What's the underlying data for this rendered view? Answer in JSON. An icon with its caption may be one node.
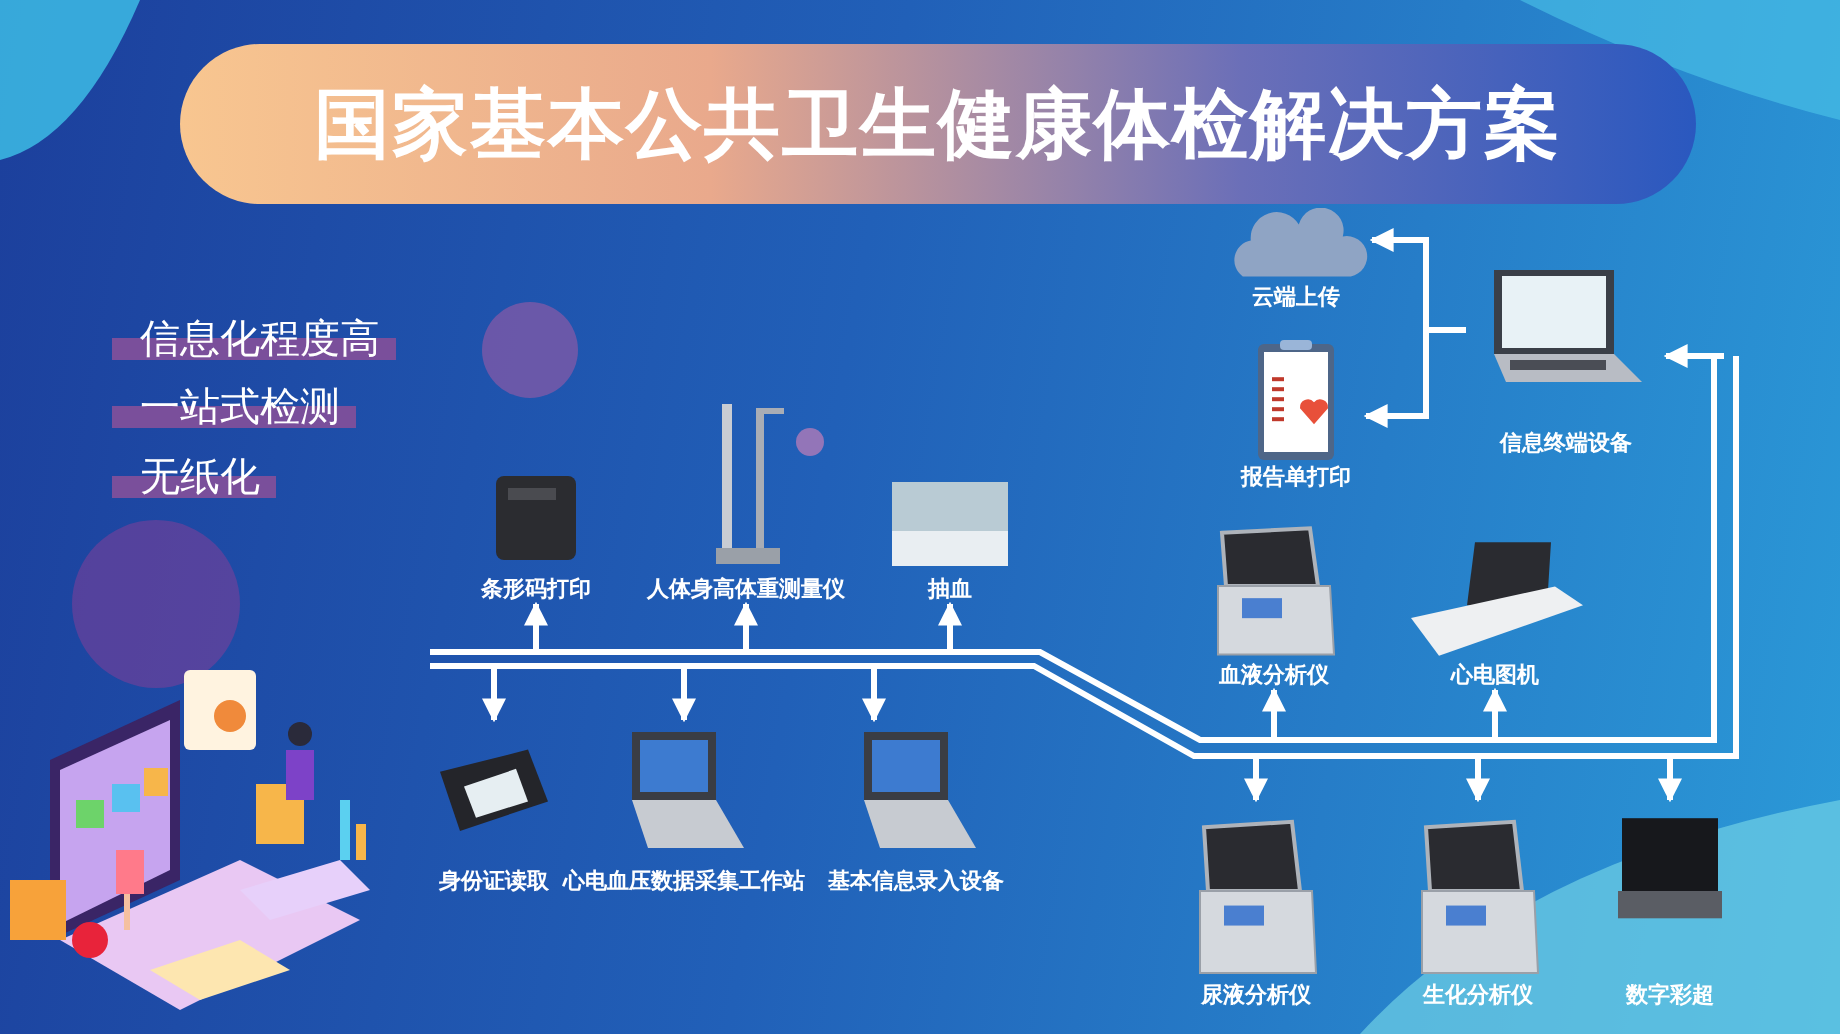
{
  "diagram": {
    "title": "国家基本公共卫生健康体检解决方案",
    "nodes": [
      {
        "text": [
          "云端上传"
        ]
      },
      {
        "text": [
          "报告单打印"
        ]
      },
      {
        "text": [
          "信息终端设备"
        ]
      },
      {
        "text": [
          "条形码打印"
        ]
      },
      {
        "text": [
          "人体身高体重测量仪"
        ]
      },
      {
        "text": [
          "抽血"
        ]
      },
      {
        "text": [
          "血液分析仪"
        ]
      },
      {
        "text": [
          "心电图机"
        ]
      },
      {
        "text": [
          "身份证读取"
        ]
      },
      {
        "text": [
          "心电血压数据采集工作站"
        ]
      },
      {
        "text": [
          "基本信息录入设备"
        ]
      },
      {
        "text": [
          "尿液分析仪"
        ]
      },
      {
        "text": [
          "生化分析仪"
        ]
      },
      {
        "text": [
          "数字彩超"
        ]
      }
    ],
    "edges": [
      {
        "from": 2,
        "to": 0,
        "arrow": "to"
      },
      {
        "from": 2,
        "to": 1,
        "arrow": "to"
      },
      {
        "from": null,
        "to": 2,
        "arrow": "to"
      },
      {
        "from": null,
        "to": 3,
        "arrow": "to"
      },
      {
        "from": null,
        "to": 4,
        "arrow": "to"
      },
      {
        "from": null,
        "to": 5,
        "arrow": "to"
      },
      {
        "from": null,
        "to": 6,
        "arrow": "to"
      },
      {
        "from": null,
        "to": 7,
        "arrow": "to"
      },
      {
        "from": null,
        "to": 8,
        "arrow": "to"
      },
      {
        "from": null,
        "to": 9,
        "arrow": "to"
      },
      {
        "from": null,
        "to": 10,
        "arrow": "to"
      },
      {
        "from": null,
        "to": 11,
        "arrow": "to"
      },
      {
        "from": null,
        "to": 12,
        "arrow": "to"
      },
      {
        "from": null,
        "to": 13,
        "arrow": "to"
      }
    ],
    "labels": [
      "信息化程度高",
      "一站式检测",
      "无纸化"
    ]
  }
}
